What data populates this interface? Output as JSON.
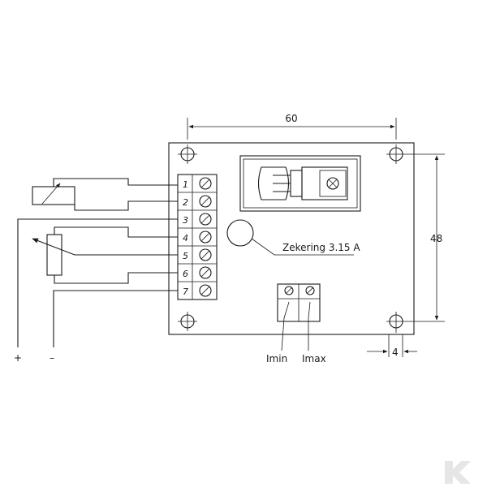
{
  "dimensions": {
    "width_label": "60",
    "height_label": "48",
    "hole_offset_label": "4"
  },
  "terminals": [
    "1",
    "2",
    "3",
    "4",
    "5",
    "6",
    "7"
  ],
  "labels": {
    "fuse": "Zekering 3.15 A",
    "imin": "Imin",
    "imax": "Imax",
    "plus": "+",
    "minus": "–"
  },
  "logo": {
    "name": "k-logo"
  }
}
